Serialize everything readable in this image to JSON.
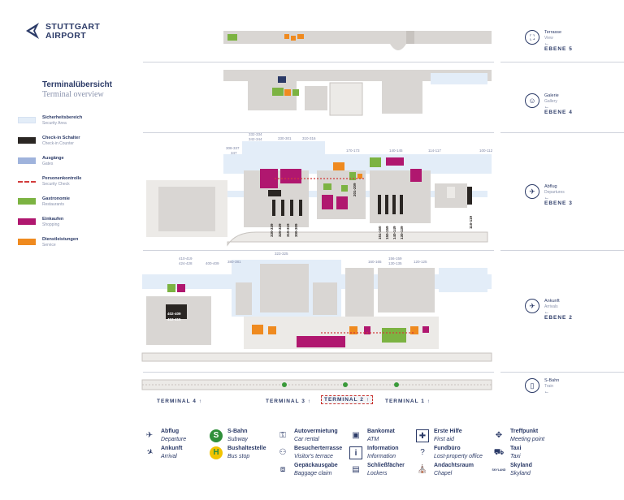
{
  "brand": {
    "line1": "STUTTGART",
    "line2": "AIRPORT"
  },
  "heading": {
    "title": "Terminalübersicht",
    "subtitle": "Terminal overview"
  },
  "legend": [
    {
      "de": "Sicherheitsbereich",
      "en": "Security Area",
      "color": "#e3edf8"
    },
    {
      "de": "Check-in Schalter",
      "en": "Check-in Counter",
      "color": "#2a2623"
    },
    {
      "de": "Ausgänge",
      "en": "Gates",
      "color": "#9fb3dc"
    },
    {
      "de": "Personenkontrolle",
      "en": "Security Check",
      "color": "#d23b3b"
    },
    {
      "de": "Gastronomie",
      "en": "Restaurants",
      "color": "#7cb342"
    },
    {
      "de": "Einkaufen",
      "en": "Shopping",
      "color": "#b0176f"
    },
    {
      "de": "Dienstleistungen",
      "en": "Service",
      "color": "#ef8a1f"
    }
  ],
  "levels": [
    {
      "de": "Terrasse",
      "en": "View",
      "ebene": "EBENE 5",
      "icon": "binoculars-icon"
    },
    {
      "de": "Galerie",
      "en": "Gallery",
      "ebene": "EBENE 4",
      "icon": "gallery-icon"
    },
    {
      "de": "Abflug",
      "en": "Departures",
      "ebene": "EBENE 3",
      "icon": "departure-icon"
    },
    {
      "de": "Ankunft",
      "en": "Arrivals",
      "ebene": "EBENE 2",
      "icon": "arrival-icon"
    },
    {
      "de": "S-Bahn",
      "en": "Train",
      "ebene": "",
      "icon": "train-icon"
    }
  ],
  "arrow": "←",
  "gates": {
    "e3": [
      "332-334",
      "342-344",
      "330-301",
      "310-316",
      "308-337",
      "347",
      "170-173",
      "140-145",
      "114-117",
      "100-112"
    ],
    "e3_checkin": [
      "330-339",
      "320-329",
      "310-319",
      "300-309",
      "201-209",
      "151-160",
      "150-159",
      "140-149",
      "130-139",
      "110-119"
    ],
    "e2": [
      "410-419",
      "424-428",
      "400-409",
      "380-381",
      "323-325",
      "160-165",
      "156-159",
      "130-135",
      "120-125"
    ],
    "e2_checkin": [
      "402-409",
      "412-415"
    ]
  },
  "terminals": [
    "TERMINAL 4",
    "TERMINAL 3",
    "TERMINAL 2",
    "TERMINAL 1"
  ],
  "terminal_arrow": "↑",
  "icon_legend": [
    {
      "de": "Abflug",
      "en": "Departure",
      "icon": "departure-icon",
      "glyph": "✈"
    },
    {
      "de": "Ankunft",
      "en": "Arrival",
      "icon": "arrival-icon",
      "glyph": "✈"
    },
    {
      "de": "S-Bahn",
      "en": "Subway",
      "icon": "sbahn-icon",
      "glyph": "S"
    },
    {
      "de": "Bushaltestelle",
      "en": "Bus stop",
      "icon": "bus-stop-icon",
      "glyph": "H"
    },
    {
      "de": "Autovermietung",
      "en": "Car rental",
      "icon": "car-rental-icon",
      "glyph": "⚿"
    },
    {
      "de": "Besucherterrasse",
      "en": "Visitor's terrace",
      "icon": "terrace-icon",
      "glyph": "⚇"
    },
    {
      "de": "Gepäckausgabe",
      "en": "Baggage claim",
      "icon": "baggage-claim-icon",
      "glyph": "⧈"
    },
    {
      "de": "Bankomat",
      "en": "ATM",
      "icon": "atm-icon",
      "glyph": "▣"
    },
    {
      "de": "Information",
      "en": "Information",
      "icon": "info-icon",
      "glyph": "i"
    },
    {
      "de": "Schließfächer",
      "en": "Lockers",
      "icon": "lockers-icon",
      "glyph": "▤"
    },
    {
      "de": "Erste Hilfe",
      "en": "First aid",
      "icon": "first-aid-icon",
      "glyph": "✚"
    },
    {
      "de": "Fundbüro",
      "en": "Lost-property office",
      "icon": "lost-property-icon",
      "glyph": "?"
    },
    {
      "de": "Andachtsraum",
      "en": "Chapel",
      "icon": "chapel-icon",
      "glyph": "⛪"
    },
    {
      "de": "Treffpunkt",
      "en": "Meeting point",
      "icon": "meeting-point-icon",
      "glyph": "✥"
    },
    {
      "de": "Taxi",
      "en": "Taxi",
      "icon": "taxi-icon",
      "glyph": "⛟"
    },
    {
      "de": "Skyland",
      "en": "Skyland",
      "icon": "skyland-icon",
      "glyph": "SKYLAND"
    }
  ]
}
